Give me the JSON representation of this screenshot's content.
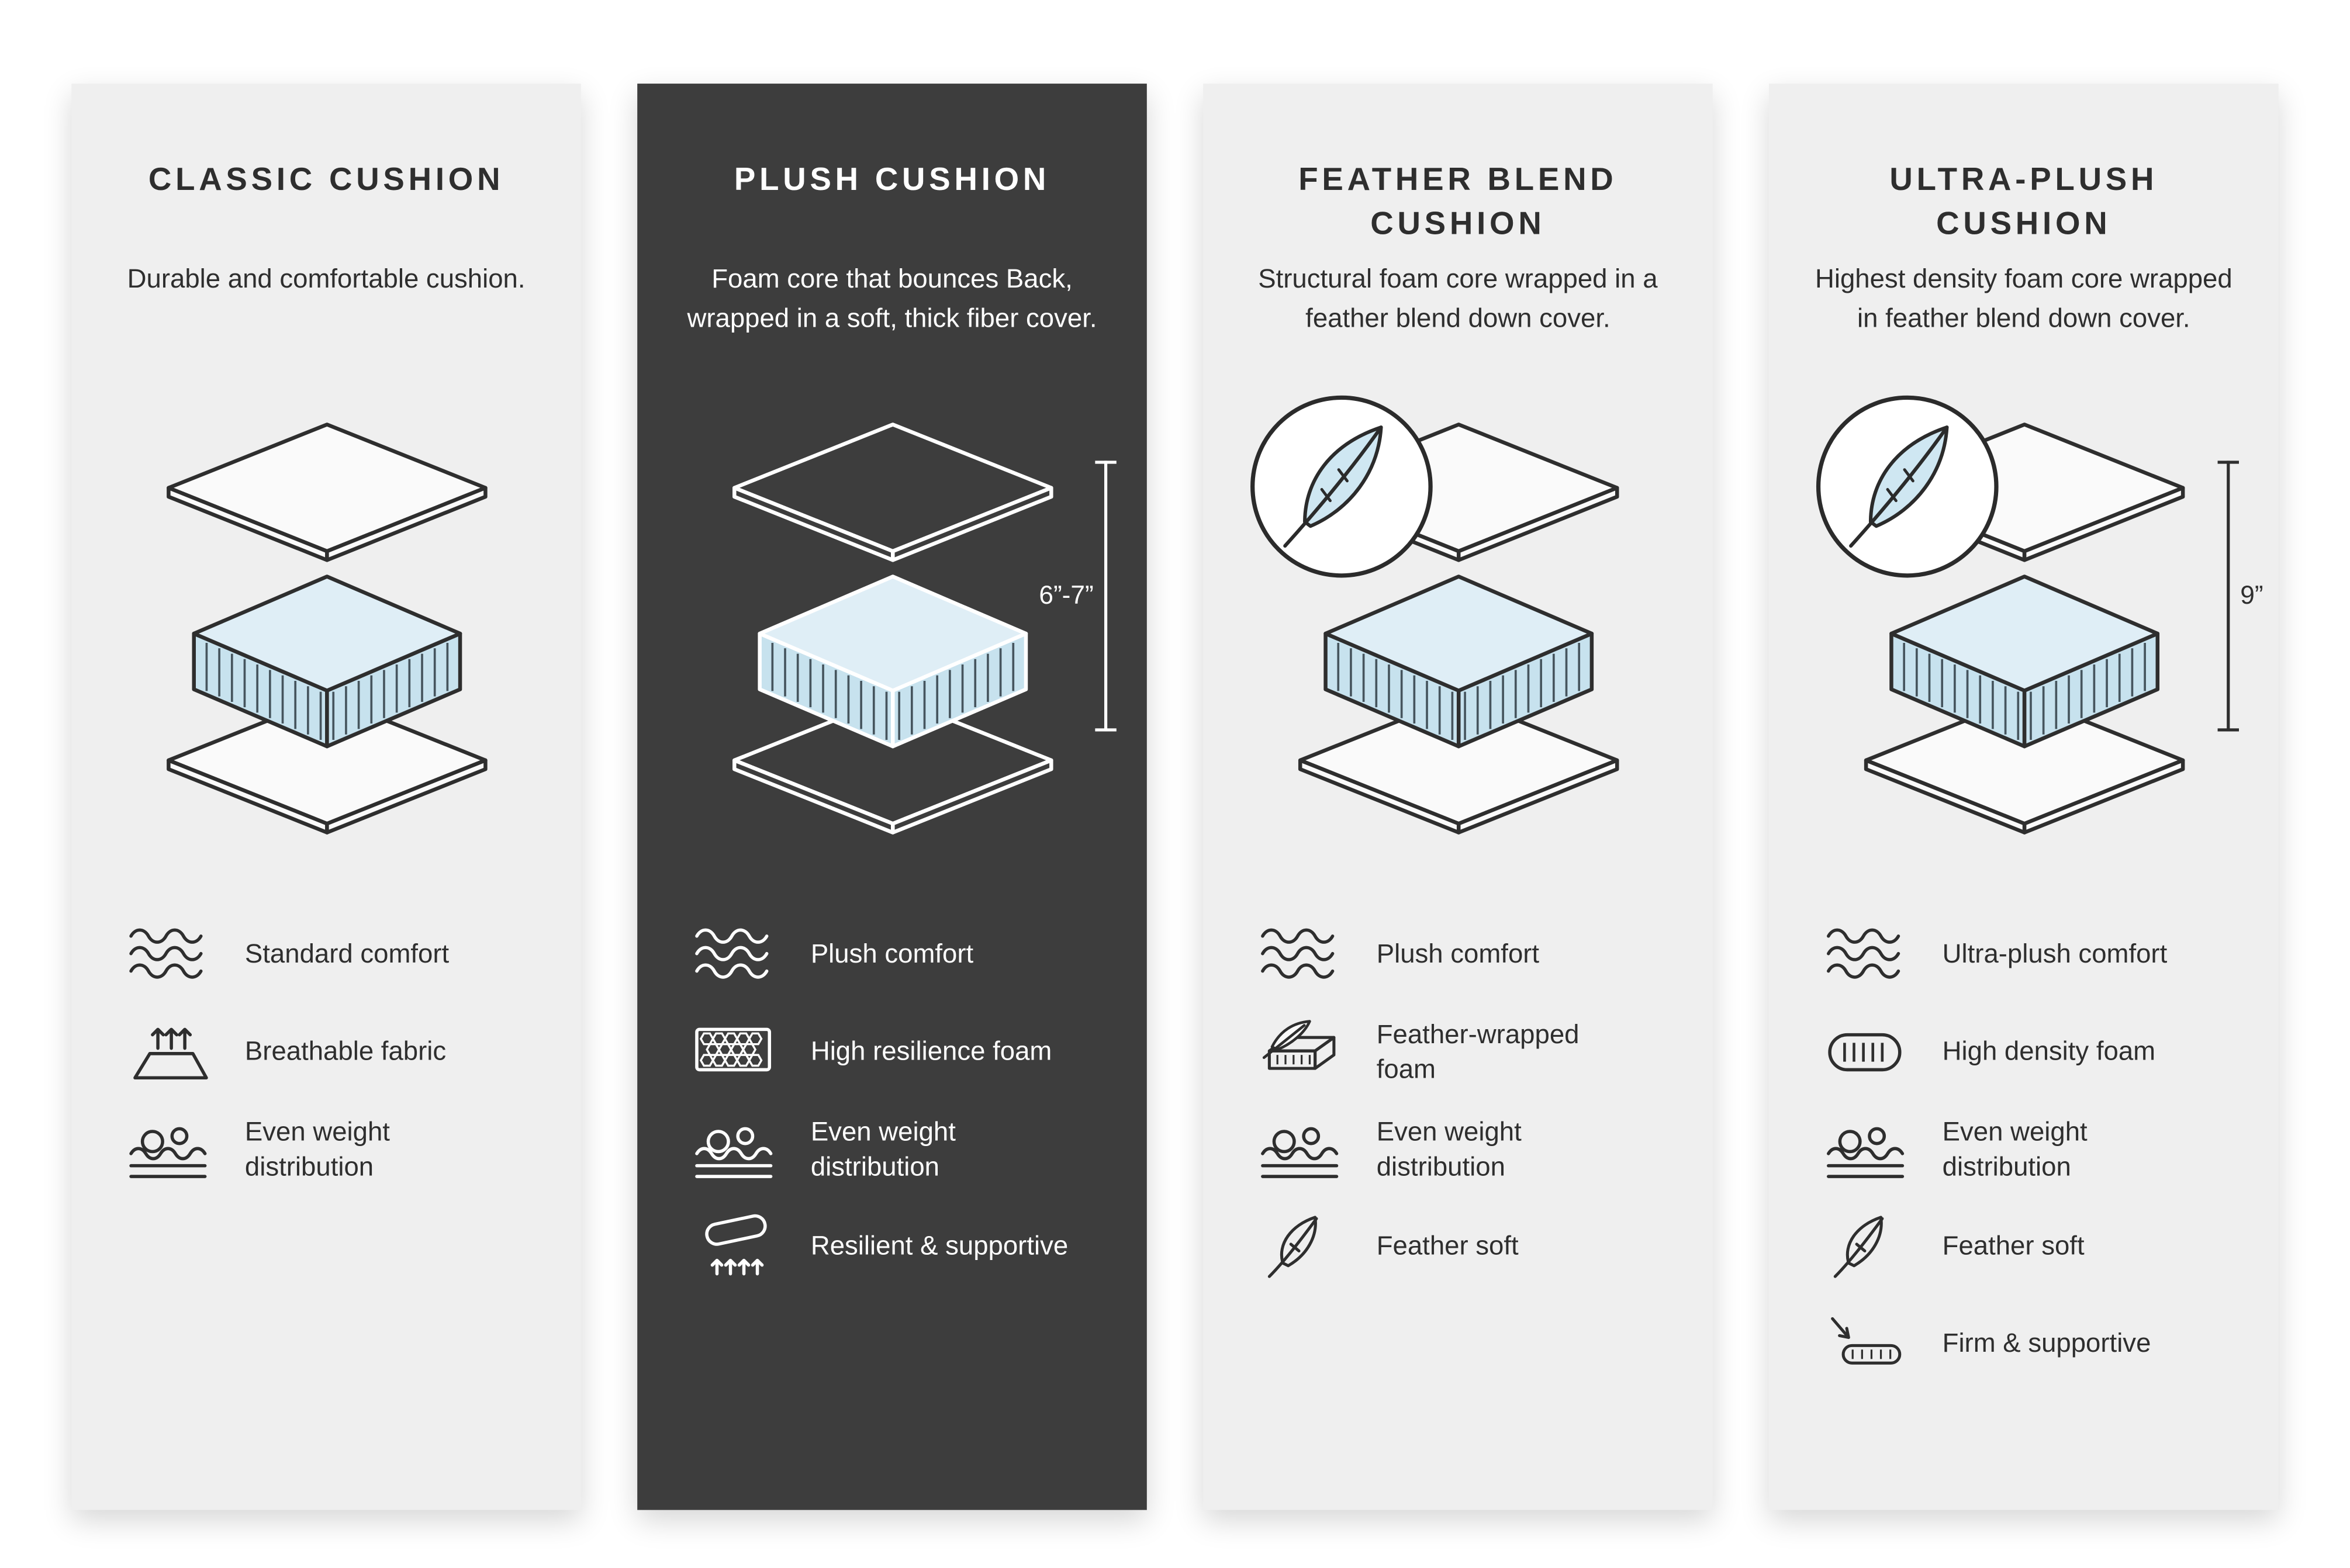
{
  "colors": {
    "page_background": "#ffffff",
    "light_card_background": "#efefef",
    "dark_card_background": "#3d3d3d",
    "foam_blue_side": "#c7e2ee",
    "foam_blue_top": "#dfeef6",
    "feather_fill": "#cfe7f2",
    "text_dark": "#2e2e2e",
    "text_light": "#ffffff"
  },
  "cards": [
    {
      "id": "classic",
      "theme": "light",
      "title": "CLASSIC CUSHION",
      "description": "Durable and comfortable cushion.",
      "has_feather_badge": false,
      "measurement": "",
      "features": [
        {
          "icon": "waves",
          "label": "Standard comfort"
        },
        {
          "icon": "breathable",
          "label": "Breathable fabric"
        },
        {
          "icon": "weight",
          "label": "Even weight distribution"
        }
      ]
    },
    {
      "id": "plush",
      "theme": "dark",
      "title": "PLUSH CUSHION",
      "description": "Foam core that bounces Back, wrapped in a soft, thick fiber cover.",
      "has_feather_badge": false,
      "measurement": "6”-7”",
      "features": [
        {
          "icon": "waves",
          "label": "Plush comfort"
        },
        {
          "icon": "foam-cells",
          "label": "High resilience foam"
        },
        {
          "icon": "weight",
          "label": "Even weight distribution"
        },
        {
          "icon": "support",
          "label": "Resilient & supportive"
        }
      ]
    },
    {
      "id": "feather-blend",
      "theme": "light",
      "title": "FEATHER BLEND CUSHION",
      "description": "Structural foam core wrapped in a feather blend down cover.",
      "has_feather_badge": true,
      "measurement": "",
      "features": [
        {
          "icon": "waves",
          "label": "Plush comfort"
        },
        {
          "icon": "feather-foam",
          "label": "Feather-wrapped foam"
        },
        {
          "icon": "weight",
          "label": "Even weight distribution"
        },
        {
          "icon": "feather",
          "label": "Feather soft"
        }
      ]
    },
    {
      "id": "ultra-plush",
      "theme": "light",
      "title": "ULTRA-PLUSH CUSHION",
      "description": "Highest density foam core wrapped in feather blend down cover.",
      "has_feather_badge": true,
      "measurement": "9”",
      "features": [
        {
          "icon": "waves",
          "label": "Ultra-plush comfort"
        },
        {
          "icon": "density-foam",
          "label": "High density foam"
        },
        {
          "icon": "weight",
          "label": "Even weight distribution"
        },
        {
          "icon": "feather",
          "label": "Feather soft"
        },
        {
          "icon": "firm",
          "label": "Firm & supportive"
        }
      ]
    }
  ]
}
